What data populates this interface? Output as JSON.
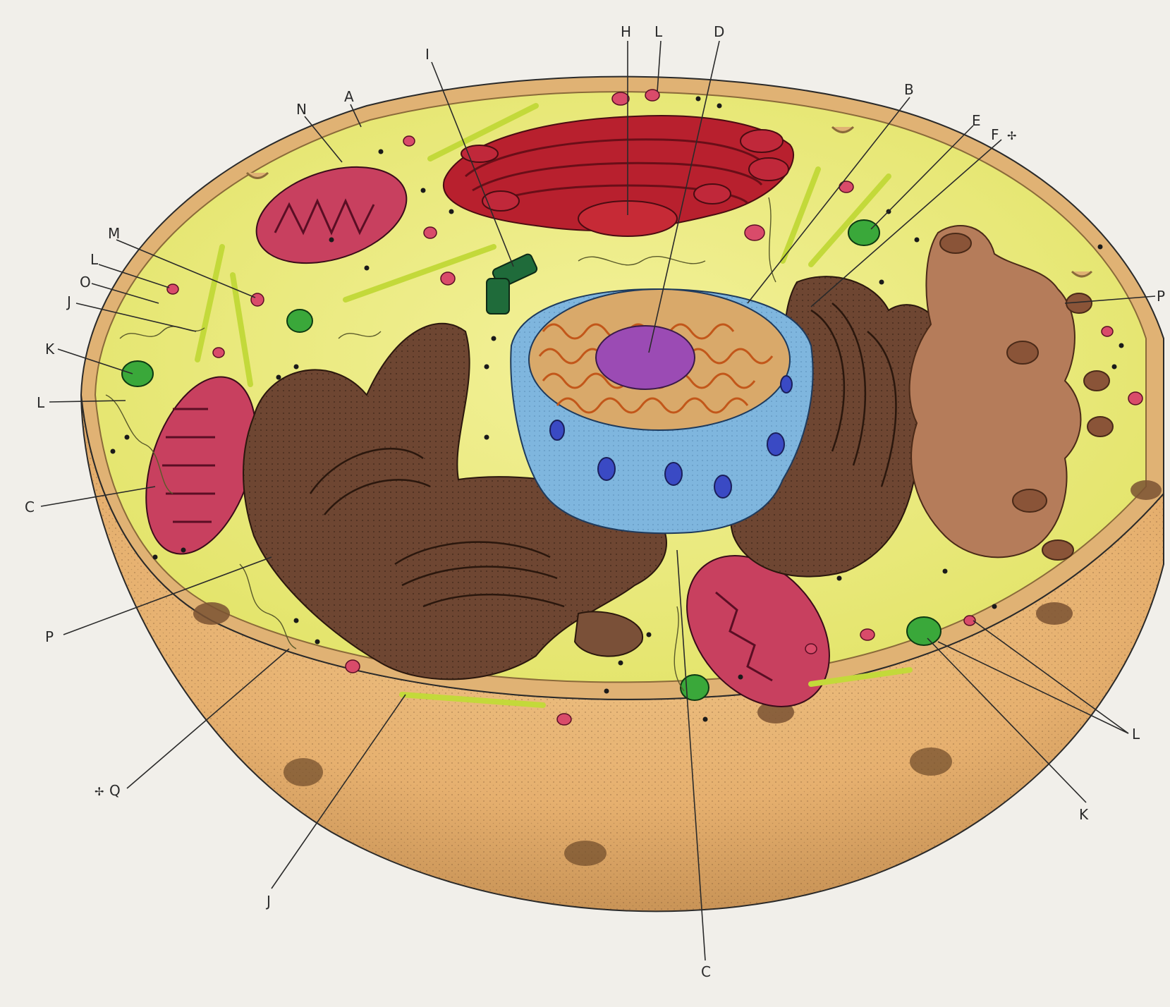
{
  "diagram": {
    "labels": [
      {
        "id": "H",
        "text": "H"
      },
      {
        "id": "L_top",
        "text": "L"
      },
      {
        "id": "D",
        "text": "D"
      },
      {
        "id": "I",
        "text": "I"
      },
      {
        "id": "N",
        "text": "N"
      },
      {
        "id": "A",
        "text": "A"
      },
      {
        "id": "B",
        "text": "B"
      },
      {
        "id": "E",
        "text": "E"
      },
      {
        "id": "F",
        "text": "F"
      },
      {
        "id": "F_mark",
        "text": "✢"
      },
      {
        "id": "M",
        "text": "M"
      },
      {
        "id": "L_left1",
        "text": "L"
      },
      {
        "id": "O",
        "text": "O"
      },
      {
        "id": "J_left",
        "text": "J"
      },
      {
        "id": "K_left",
        "text": "K"
      },
      {
        "id": "L_left2",
        "text": "L"
      },
      {
        "id": "C_left",
        "text": "C"
      },
      {
        "id": "P_left",
        "text": "P"
      },
      {
        "id": "Q_mark",
        "text": "✢"
      },
      {
        "id": "Q",
        "text": "Q"
      },
      {
        "id": "J_bottom",
        "text": "J"
      },
      {
        "id": "C_bottom",
        "text": "C"
      },
      {
        "id": "K_right",
        "text": "K"
      },
      {
        "id": "L_right",
        "text": "L"
      },
      {
        "id": "P_right",
        "text": "P"
      }
    ]
  }
}
